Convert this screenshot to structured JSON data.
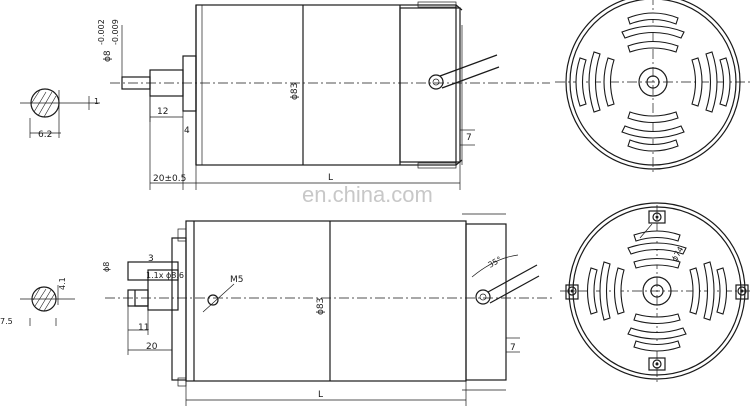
{
  "watermark": "en.china.com",
  "top_view": {
    "shaft_tol_upper": "-0.002",
    "shaft_tol_lower": "-0.009",
    "shaft_dia_label": "ϕ8",
    "body_dia_label": "ϕ83",
    "dim_12": "12",
    "dim_4": "4",
    "dim_7": "7",
    "dim_len": "20±0.5",
    "dim_L": "L",
    "section_62": "6.2",
    "section_side": "1"
  },
  "bottom_view": {
    "dim_3": "3",
    "key_label": "1.1x ϕ8.6",
    "shaft_label": "ϕ8",
    "m5_label": "M5",
    "body_dia_label": "ϕ83",
    "dim_11": "11",
    "dim_20": "20",
    "dim_7": "7",
    "dim_L": "L",
    "angle_label": "35°",
    "key_tol": "7.5",
    "key_height": "4.1",
    "shaft_tol": "ϕ8"
  },
  "end_view_bottom": {
    "pcd_label": "ϕ74"
  }
}
